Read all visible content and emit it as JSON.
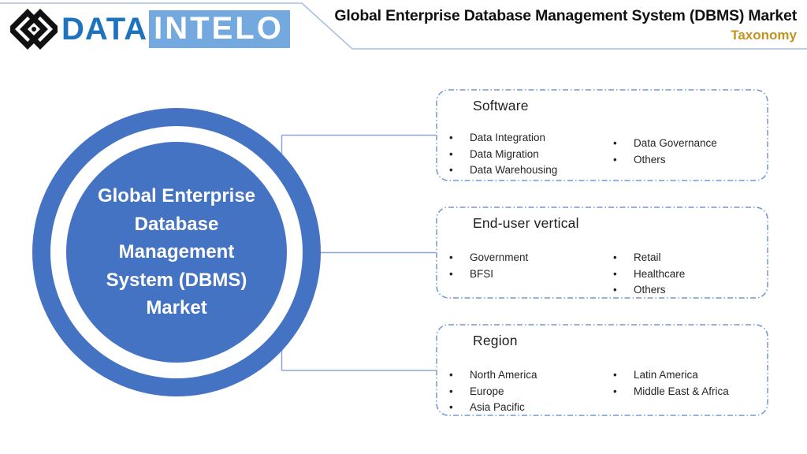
{
  "header": {
    "logo": {
      "brand_dark": "DATA",
      "brand_light": "INTELO",
      "icon": "interlocked-diamonds"
    },
    "title": "Global Enterprise Database Management System (DBMS) Market",
    "subtitle": "Taxonomy"
  },
  "hub": {
    "label_lines": [
      "Global Enterprise",
      "Database",
      "Management",
      "System (DBMS)",
      "Market"
    ]
  },
  "boxes": [
    {
      "title": "Software",
      "col1": [
        "Data Integration",
        "Data Migration",
        "Data Warehousing"
      ],
      "col2": [
        "Data Governance",
        "Others"
      ]
    },
    {
      "title": "End-user vertical",
      "col1": [
        "Government",
        "BFSI"
      ],
      "col2": [
        "Retail",
        "Healthcare",
        "Others"
      ]
    },
    {
      "title": "Region",
      "col1": [
        "North America",
        "Europe",
        "Asia Pacific"
      ],
      "col2": [
        "Latin America",
        "Middle East & Africa"
      ]
    }
  ],
  "colors": {
    "hub_blue": "#4573C4",
    "connector_blue": "#8CA6D9",
    "box_border_blue": "#7396D5",
    "logo_text_blue": "#1E73BE",
    "logo_block_blue": "#74A9DF",
    "subtitle_gold": "#C3931F",
    "title_black": "#111111"
  }
}
